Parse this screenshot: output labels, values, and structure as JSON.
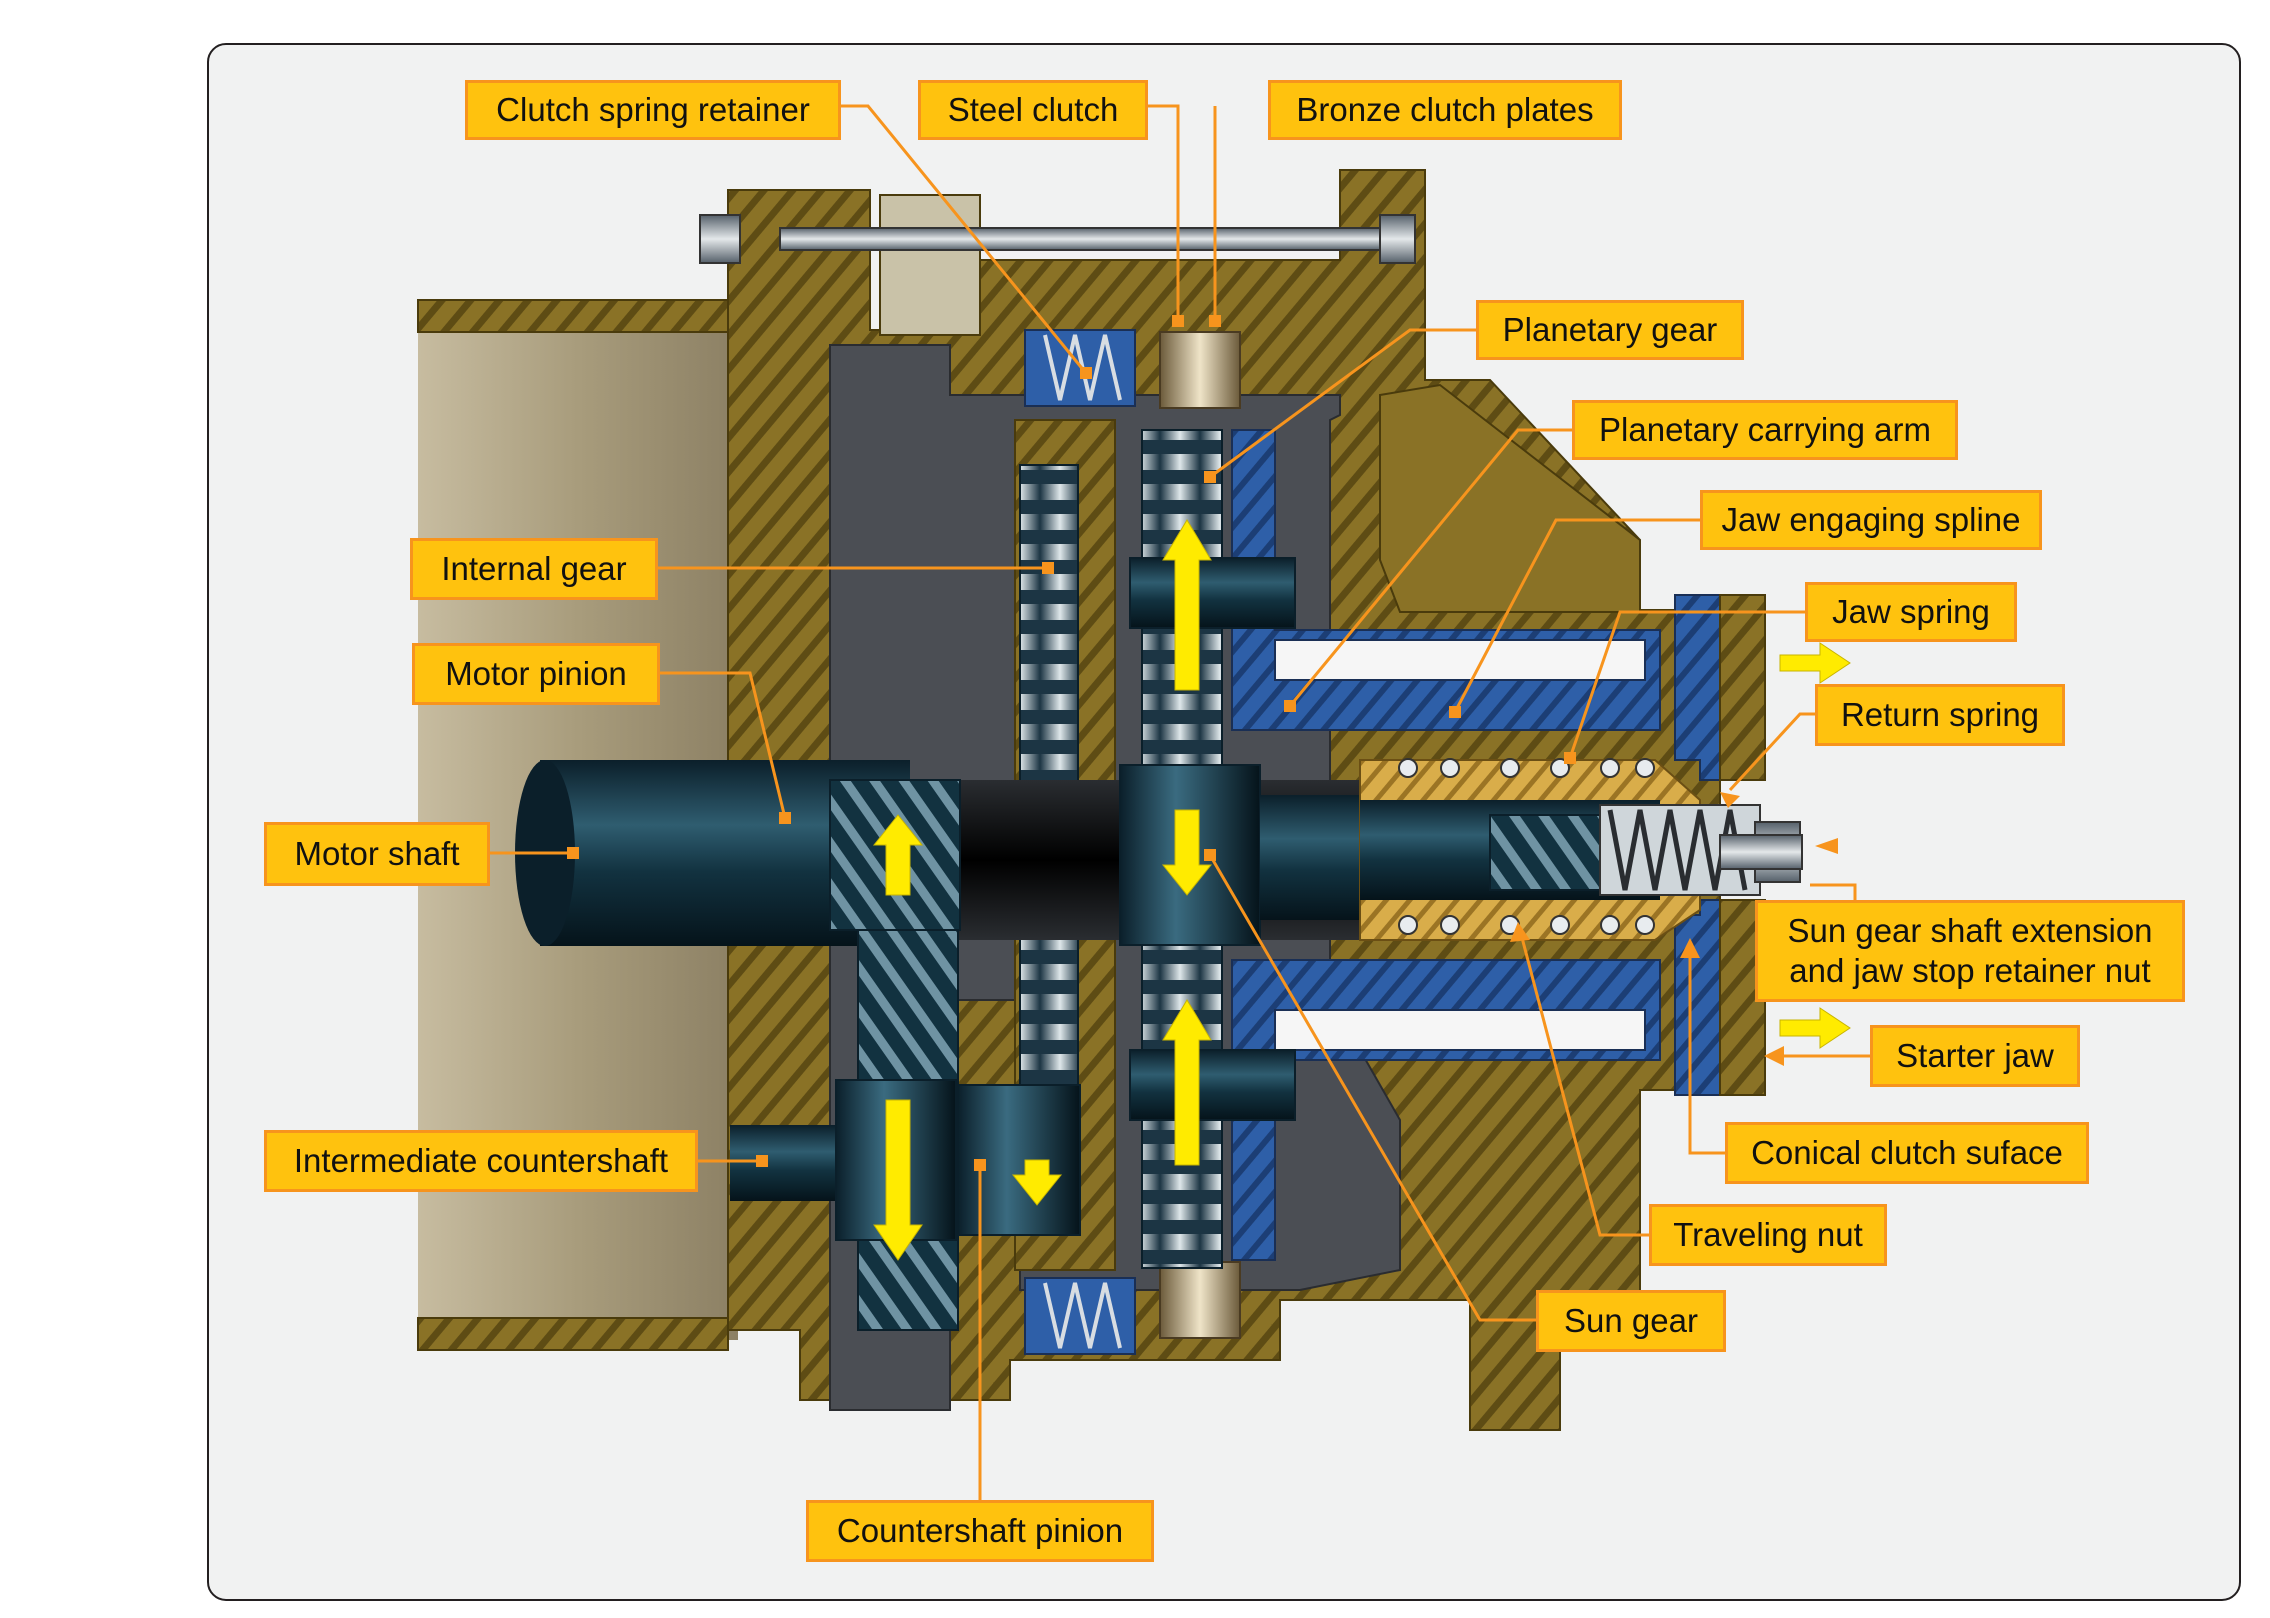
{
  "labels": {
    "clutch_spring_retainer": "Clutch spring retainer",
    "steel_clutch": "Steel clutch",
    "bronze_clutch_plates": "Bronze clutch plates",
    "planetary_gear": "Planetary gear",
    "planetary_carrying_arm": "Planetary carrying arm",
    "jaw_engaging_spline": "Jaw engaging spline",
    "internal_gear": "Internal gear",
    "jaw_spring": "Jaw spring",
    "motor_pinion": "Motor pinion",
    "return_spring": "Return spring",
    "motor_shaft": "Motor shaft",
    "sun_gear_shaft_extension": "Sun gear shaft extension and jaw stop retainer nut",
    "starter_jaw": "Starter jaw",
    "intermediate_countershaft": "Intermediate countershaft",
    "conical_clutch_surface": "Conical clutch suface",
    "traveling_nut": "Traveling nut",
    "sun_gear": "Sun gear",
    "countershaft_pinion": "Countershaft pinion"
  },
  "colors": {
    "callout_fill": "#ffc20e",
    "callout_border": "#f7941d",
    "leader_line": "#f7941d",
    "housing": "#8a7226",
    "housing_dark": "#5e4c14",
    "interior": "#4a4d52",
    "shaft": "#123240",
    "blue_part": "#2e5fa8",
    "gold_part": "#c79a3a",
    "arrow": "#ffeb00",
    "frame_bg": "#f1f2f2"
  }
}
